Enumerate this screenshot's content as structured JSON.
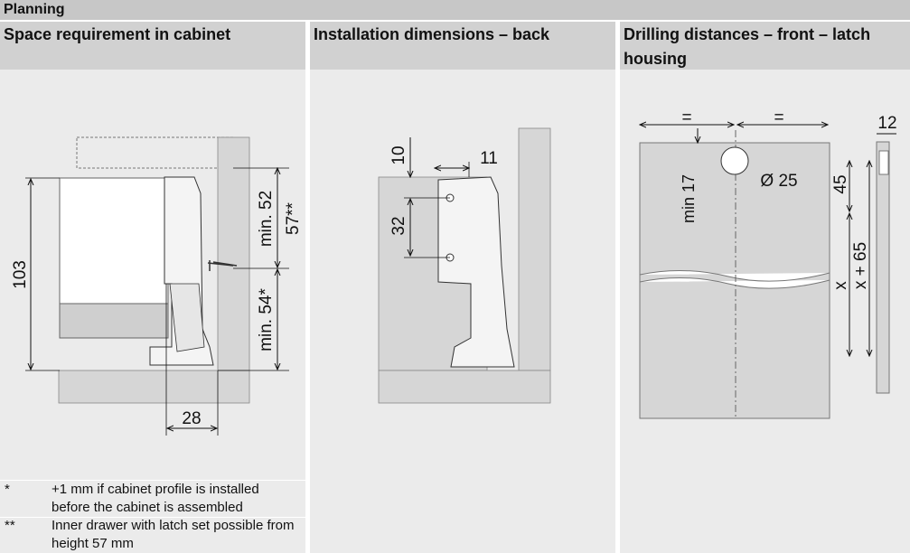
{
  "header": {
    "title": "Planning"
  },
  "columns": [
    {
      "title": "Space requirement in cabinet"
    },
    {
      "title": "Installation dimensions – back"
    },
    {
      "title": "Drilling distances – front – latch housing"
    }
  ],
  "diagram1": {
    "height": "103",
    "min52": "min. 52",
    "d57": "57**",
    "min54": "min. 54*",
    "width28": "28"
  },
  "diagram2": {
    "d10": "10",
    "d11": "11",
    "d32": "32"
  },
  "diagram3": {
    "eq1": "=",
    "eq2": "=",
    "d12": "12",
    "min17": "min 17",
    "diam": "Ø 25",
    "d45": "45",
    "x": "x",
    "x65": "x + 65"
  },
  "notes": [
    {
      "mark": "*",
      "text": "+1 mm if cabinet profile is installed before the cabinet is assembled"
    },
    {
      "mark": "**",
      "text": "Inner drawer with latch set possible from height 57 mm"
    }
  ],
  "colors": {
    "header_bg": "#c7c7c7",
    "col_head_bg": "#d1d1d1",
    "panel_bg": "#ebebeb",
    "cabinet_gray": "#d6d6d6"
  }
}
